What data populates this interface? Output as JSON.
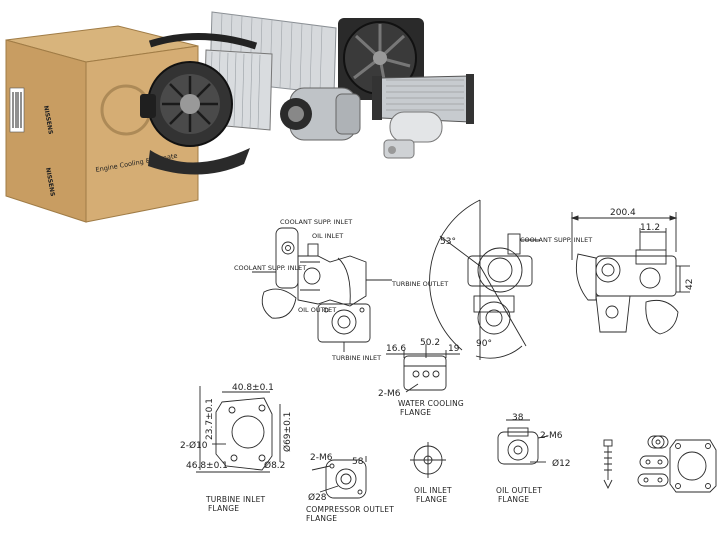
{
  "colors": {
    "box": "#c9a36b",
    "box_dark": "#a88250",
    "metal": "#bfc3c7",
    "black": "#1c1c1c",
    "line": "#2a2a2a"
  },
  "box_labels": {
    "brand_side": "NISSENS",
    "brand_front": "NISSENS",
    "tagline": "Engine Cooling & Climate"
  },
  "drawing_labels": {
    "coolant_supply": "COOLANT SUPP. INLET",
    "oil_inlet_small": "OIL INLET",
    "coolant_supply_2": "COOLANT SUPP. INLET",
    "turbine_outlet": "TURBINE OUTLET",
    "oil_outlet_small": "OIL OUTLET",
    "turbine_small": "TURBINE INLET",
    "coolant_supply_3": "COOLANT SUPP. INLET"
  },
  "dimensions": {
    "angle_top": "53°",
    "angle_bottom": "90°",
    "width_total": "200.4",
    "width_small": "11.2",
    "height_right": "42",
    "wc_left": "16.6",
    "wc_mid": "50.2",
    "wc_right": "19",
    "wc_thread": "2-M6",
    "ti_top": "40.8±0.1",
    "ti_left": "23.7±0.1",
    "ti_holes": "2-Ø10",
    "ti_right": "Ø69±0.1",
    "ti_bottom": "46.8±0.1",
    "ti_bore": "Ø8.2",
    "co_thread": "2-M6",
    "co_width": "58",
    "co_bore": "Ø28",
    "oo_width": "38",
    "oo_thread": "2-M6",
    "oo_bore": "Ø12"
  },
  "captions": {
    "water_cooling": [
      "WATER COOLING",
      "FLANGE"
    ],
    "turbine_inlet": [
      "TURBINE INLET",
      "FLANGE"
    ],
    "compressor_outlet": [
      "COMPRESSOR OUTLET",
      "FLANGE"
    ],
    "oil_inlet": [
      "OIL INLET",
      "FLANGE"
    ],
    "oil_outlet": [
      "OIL OUTLET",
      "FLANGE"
    ]
  }
}
